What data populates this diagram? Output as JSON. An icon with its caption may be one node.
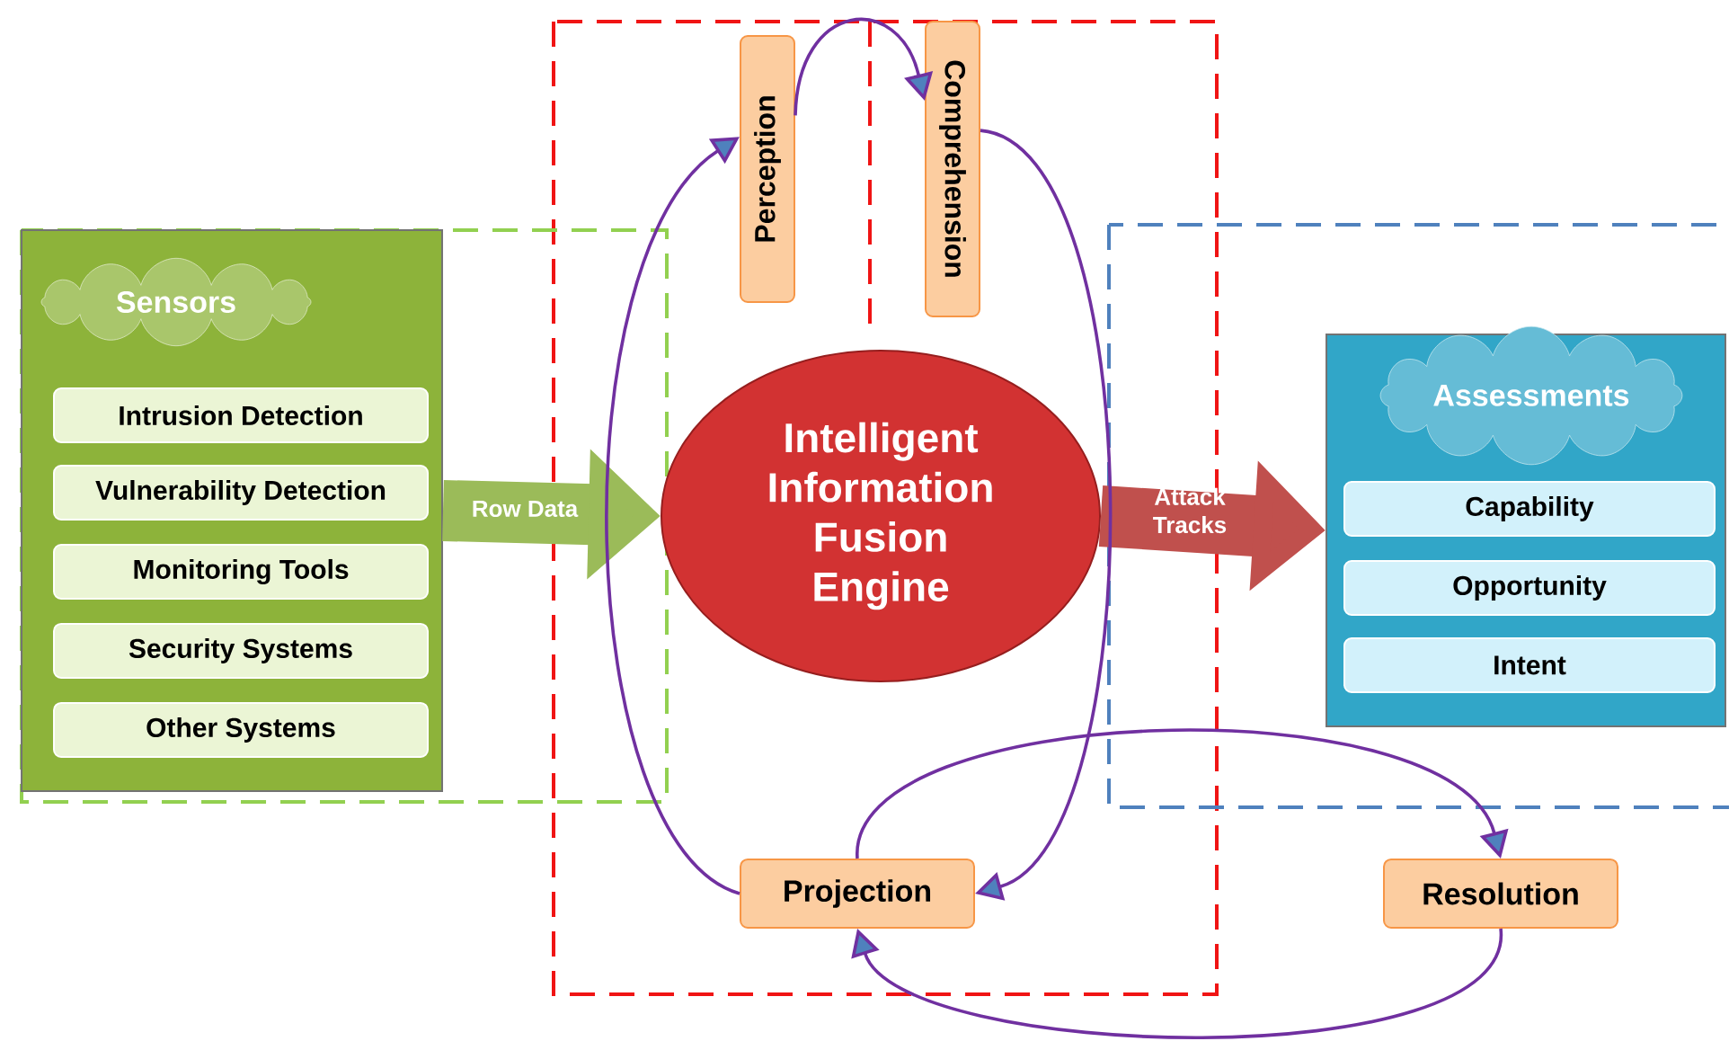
{
  "diagram": {
    "nodes": [
      {
        "text": [
          "Sensors"
        ]
      },
      {
        "text": [
          "Intrusion Detection"
        ],
        "in": 0
      },
      {
        "text": [
          "Vulnerability Detection"
        ],
        "in": 0
      },
      {
        "text": [
          "Monitoring Tools"
        ],
        "in": 0
      },
      {
        "text": [
          "Security Systems"
        ],
        "in": 0
      },
      {
        "text": [
          "Other Systems"
        ],
        "in": 0
      },
      {
        "text": [
          "Intelligent Information Fusion Engine"
        ]
      },
      {
        "text": [
          "Assessments"
        ]
      },
      {
        "text": [
          "Capability"
        ],
        "in": 7
      },
      {
        "text": [
          "Opportunity"
        ],
        "in": 7
      },
      {
        "text": [
          "Intent"
        ],
        "in": 7
      },
      {
        "text": [
          "Perception"
        ]
      },
      {
        "text": [
          "Comprehension"
        ]
      },
      {
        "text": [
          "Projection"
        ]
      },
      {
        "text": [
          "Resolution"
        ]
      }
    ],
    "edges": [
      {
        "from": 0,
        "to": 6,
        "arrow": "to",
        "label": "Row Data",
        "style": "thick",
        "color": "#9bbb59"
      },
      {
        "from": 6,
        "to": 7,
        "arrow": "to",
        "label": "Attack Tracks",
        "style": "thick",
        "color": "#c0504d"
      },
      {
        "from": 13,
        "to": 11,
        "arrow": "to"
      },
      {
        "from": 11,
        "to": 12,
        "arrow": "to"
      },
      {
        "from": 12,
        "to": 13,
        "arrow": "to"
      },
      {
        "from": 13,
        "to": 14,
        "arrow": "to"
      },
      {
        "from": 14,
        "to": 13,
        "arrow": "to"
      }
    ]
  }
}
